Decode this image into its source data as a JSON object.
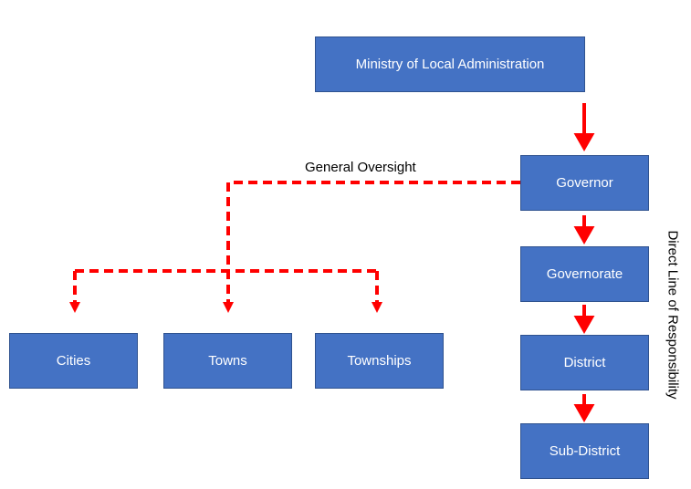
{
  "nodes": {
    "ministry": "Ministry of Local Administration",
    "governor": "Governor",
    "governorate": "Governorate",
    "district": "District",
    "subdistrict": "Sub-District",
    "cities": "Cities",
    "towns": "Towns",
    "townships": "Townships"
  },
  "labels": {
    "general_oversight": "General Oversight",
    "direct_line": "Direct Line of Responsibility"
  },
  "colors": {
    "box_fill": "#4472c4",
    "arrow": "#ff0000"
  }
}
